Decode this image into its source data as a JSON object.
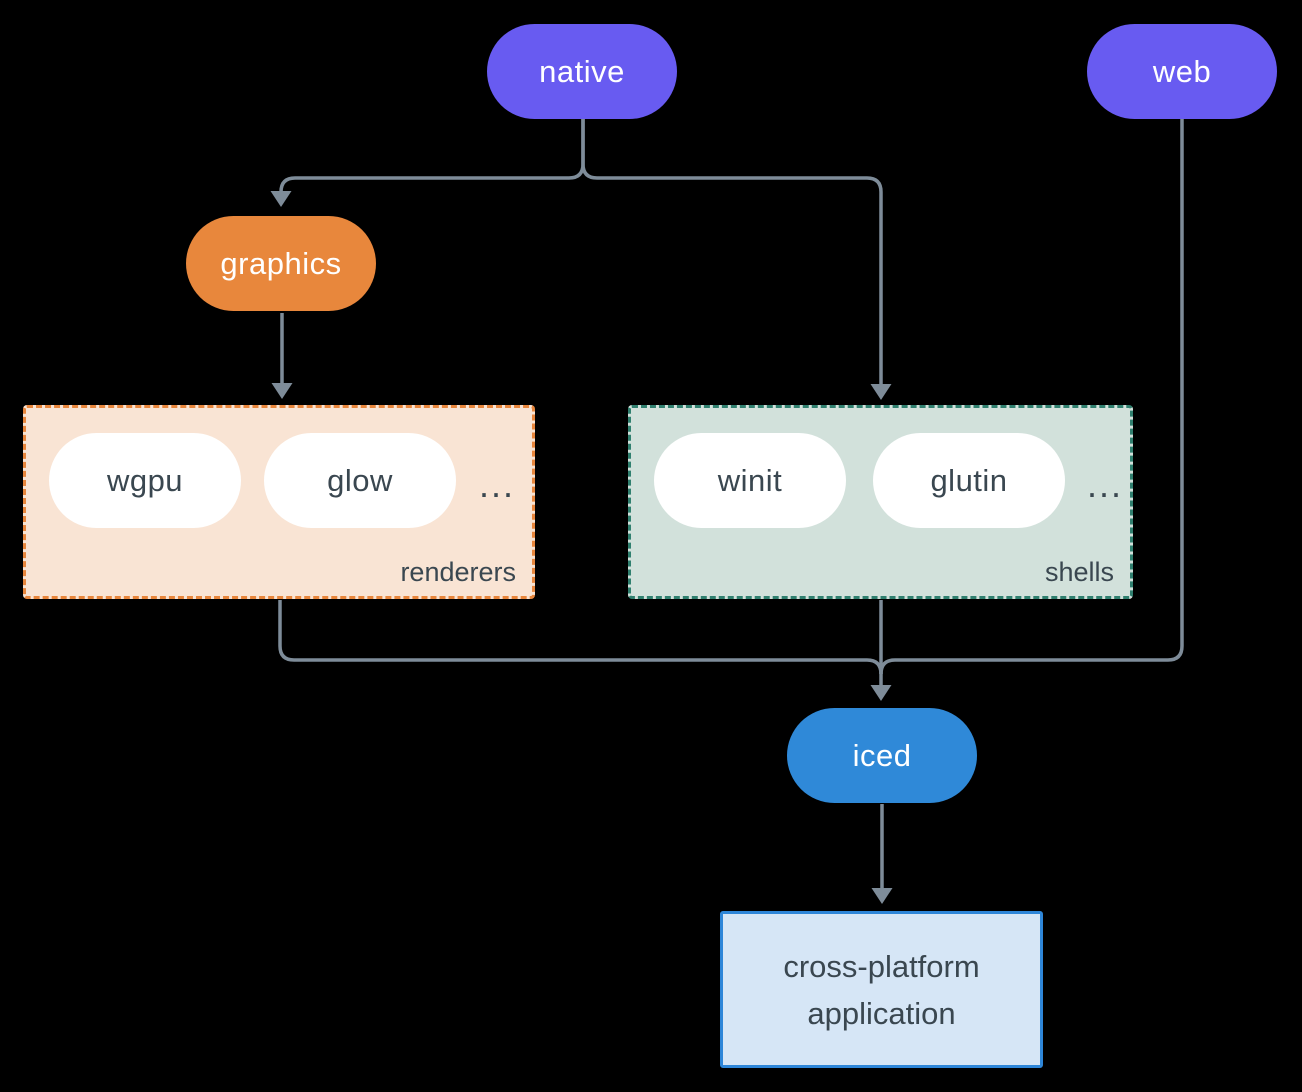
{
  "nodes": {
    "native": {
      "label": "native",
      "color": "#685BF1"
    },
    "web": {
      "label": "web",
      "color": "#685BF1"
    },
    "graphics": {
      "label": "graphics",
      "color": "#E8873C"
    },
    "iced": {
      "label": "iced",
      "color": "#2F89D8"
    },
    "application": {
      "label_line1": "cross-platform",
      "label_line2": "application",
      "fill": "#D6E6F6",
      "border": "#2E86D8"
    }
  },
  "groups": {
    "renderers": {
      "label": "renderers",
      "items": [
        {
          "label": "wgpu"
        },
        {
          "label": "glow"
        }
      ],
      "ellipsis": "...",
      "fill": "#F9E4D4",
      "border": "#E8863C"
    },
    "shells": {
      "label": "shells",
      "items": [
        {
          "label": "winit"
        },
        {
          "label": "glutin"
        }
      ],
      "ellipsis": "...",
      "fill": "#D2E1DB",
      "border": "#30806F"
    }
  },
  "edges": [
    {
      "from": "native",
      "to": "graphics"
    },
    {
      "from": "native",
      "to": "shells"
    },
    {
      "from": "graphics",
      "to": "renderers"
    },
    {
      "from": "renderers",
      "to": "iced"
    },
    {
      "from": "shells",
      "to": "iced"
    },
    {
      "from": "web",
      "to": "iced"
    },
    {
      "from": "iced",
      "to": "application"
    }
  ],
  "colors": {
    "purple": "#685BF1",
    "orange": "#E8873C",
    "blue": "#2F89D8",
    "connector": "#7E8C99",
    "background": "#000000",
    "text_dark": "#3A4750",
    "text_light": "#FFFFFF",
    "renderers_fill": "#F9E4D4",
    "renderers_border": "#E8863C",
    "shells_fill": "#D2E1DB",
    "shells_border": "#30806F",
    "app_fill": "#D6E6F6",
    "app_border": "#2E86D8"
  }
}
